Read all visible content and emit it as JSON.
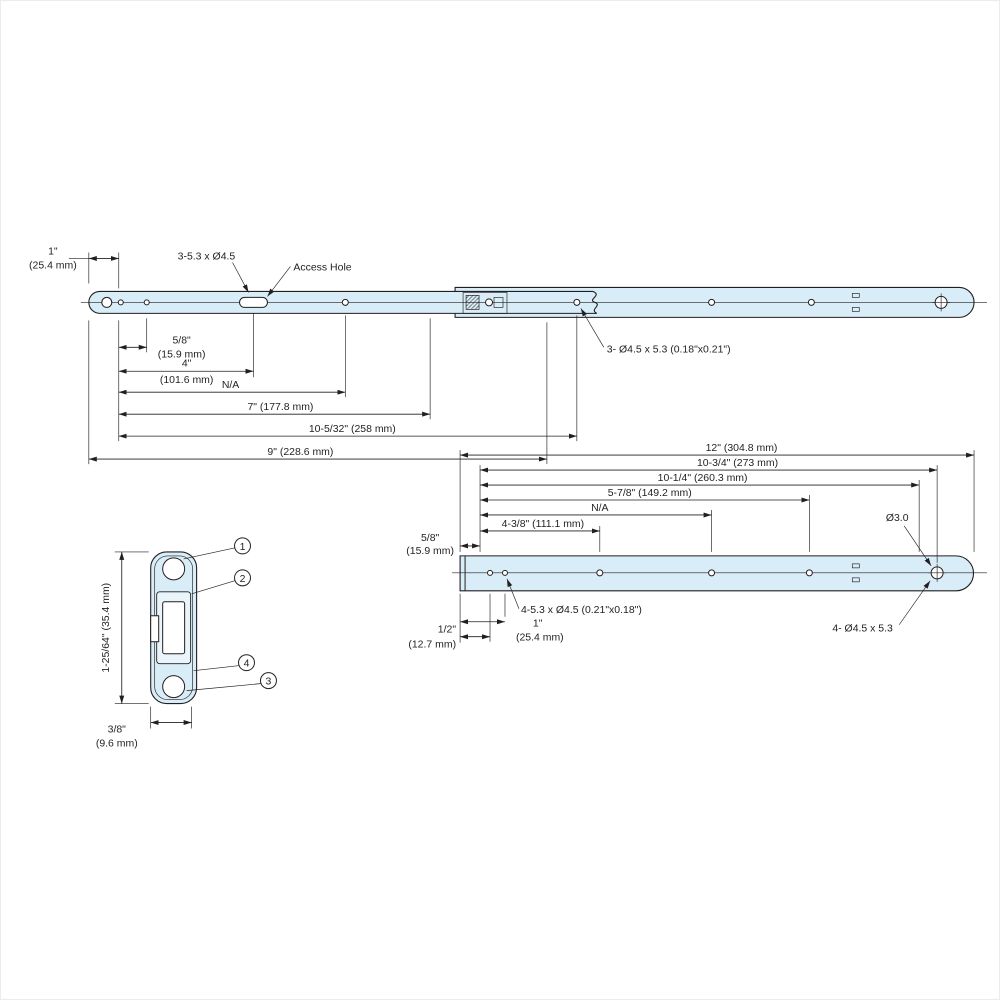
{
  "colors": {
    "rail_fill": "#d9edf8",
    "line": "#231f20",
    "background": "#ffffff"
  },
  "top_view": {
    "dim_1in": "1\"",
    "dim_1in_mm": "(25.4 mm)",
    "slot_callout": "3-5.3 x Ø4.5",
    "access_hole_label": "Access Hole",
    "hole_callout": "3- Ø4.5 x 5.3 (0.18\"x0.21\")",
    "dim_5_8": "5/8\"",
    "dim_5_8_mm": "(15.9 mm)",
    "dim_4": "4\"",
    "dim_4_mm": "(101.6 mm)",
    "dim_na": "N/A",
    "dim_7": "7\" (177.8 mm)",
    "dim_10_5_32": "10-5/32\" (258 mm)",
    "dim_9": "9\" (228.6 mm)"
  },
  "side_view": {
    "dim_12": "12\" (304.8 mm)",
    "dim_10_3_4": "10-3/4\" (273 mm)",
    "dim_10_1_4": "10-1/4\" (260.3 mm)",
    "dim_5_7_8": "5-7/8\" (149.2 mm)",
    "dim_na": "N/A",
    "dim_4_3_8": "4-3/8\" (111.1 mm)",
    "dim_5_8": "5/8\"",
    "dim_5_8_mm": "(15.9 mm)",
    "dia_3": "Ø3.0",
    "slot_callout": "4-5.3 x Ø4.5 (0.21\"x0.18\")",
    "dim_1in": "1\"",
    "dim_1in_mm": "(25.4 mm)",
    "dim_1_2": "1/2\"",
    "dim_1_2_mm": "(12.7 mm)",
    "hole_callout": "4- Ø4.5 x 5.3"
  },
  "cross_section": {
    "height": "1-25/64\" (35.4 mm)",
    "width": "3/8\"",
    "width_mm": "(9.6 mm)",
    "callout_1": "1",
    "callout_2": "2",
    "callout_3": "3",
    "callout_4": "4"
  }
}
